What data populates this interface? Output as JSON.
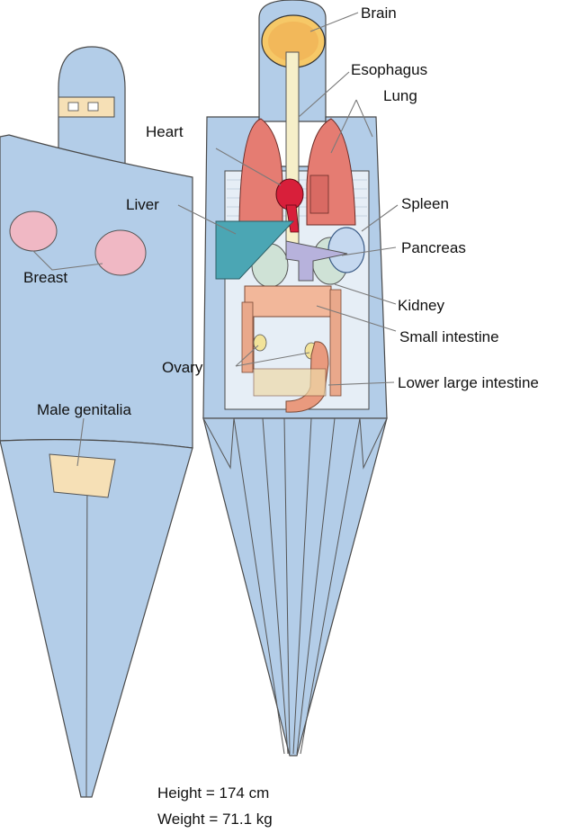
{
  "labels": {
    "brain": "Brain",
    "esophagus": "Esophagus",
    "lung": "Lung",
    "heart": "Heart",
    "liver": "Liver",
    "spleen": "Spleen",
    "pancreas": "Pancreas",
    "breast": "Breast",
    "kidney": "Kidney",
    "small_intestine": "Small intestine",
    "ovary": "Ovary",
    "lower_large_intestine": "Lower large intestine",
    "male_genitalia": "Male genitalia"
  },
  "stats": {
    "height": "Height = 174 cm",
    "weight": "Weight = 71.1 kg"
  },
  "colors": {
    "body": "#b3cde8",
    "brain": "#f2b85a",
    "lung": "#e57c72",
    "heart": "#d81f3a",
    "liver": "#4ba6b4",
    "breast": "#f0b8c4",
    "intestine": "#f2b79a",
    "genitalia": "#f6e0b6"
  }
}
